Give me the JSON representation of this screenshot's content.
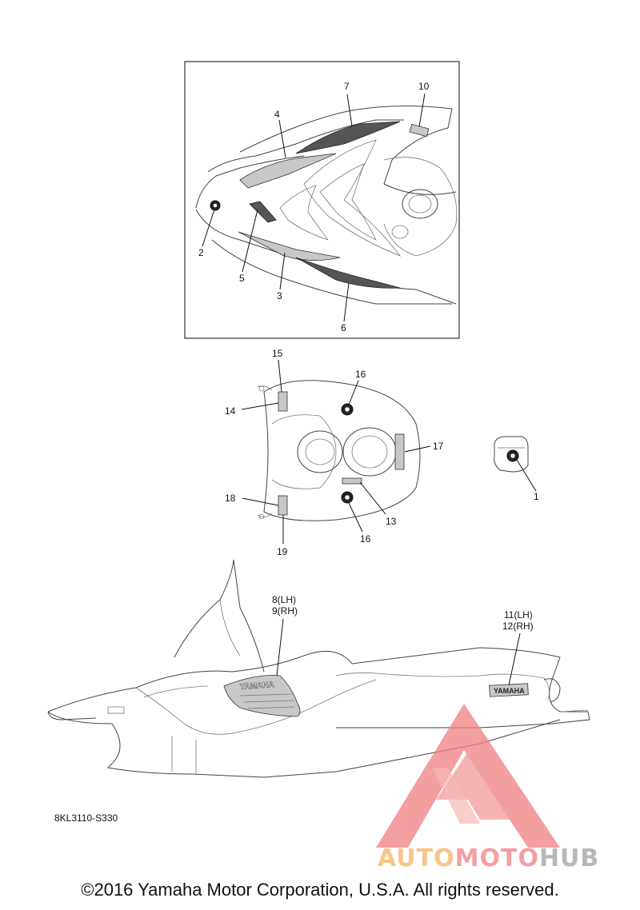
{
  "callouts": {
    "c1": "1",
    "c2": "2",
    "c3": "3",
    "c4": "4",
    "c5": "5",
    "c6": "6",
    "c7": "7",
    "c8_9_lh": "8(LH)",
    "c8_9_rh": "9(RH)",
    "c10": "10",
    "c11_12_lh": "11(LH)",
    "c11_12_rh": "12(RH)",
    "c13": "13",
    "c14": "14",
    "c15": "15",
    "c16a": "16",
    "c16b": "16",
    "c17": "17",
    "c18": "18",
    "c19": "19"
  },
  "decal_text": {
    "side": "YAMAHA",
    "rear": "YAMAHA"
  },
  "diagram_code": "8KL3110-S330",
  "copyright": "©2016 Yamaha Motor Corporation, U.S.A. All rights reserved.",
  "watermark": {
    "part1": "AUTO",
    "part2": "MOTO",
    "part3": "HUB"
  },
  "colors": {
    "watermark_red": "#f08080",
    "watermark_orange": "#f7c58a",
    "watermark_grey": "#b8b8b8",
    "line": "#444444"
  }
}
